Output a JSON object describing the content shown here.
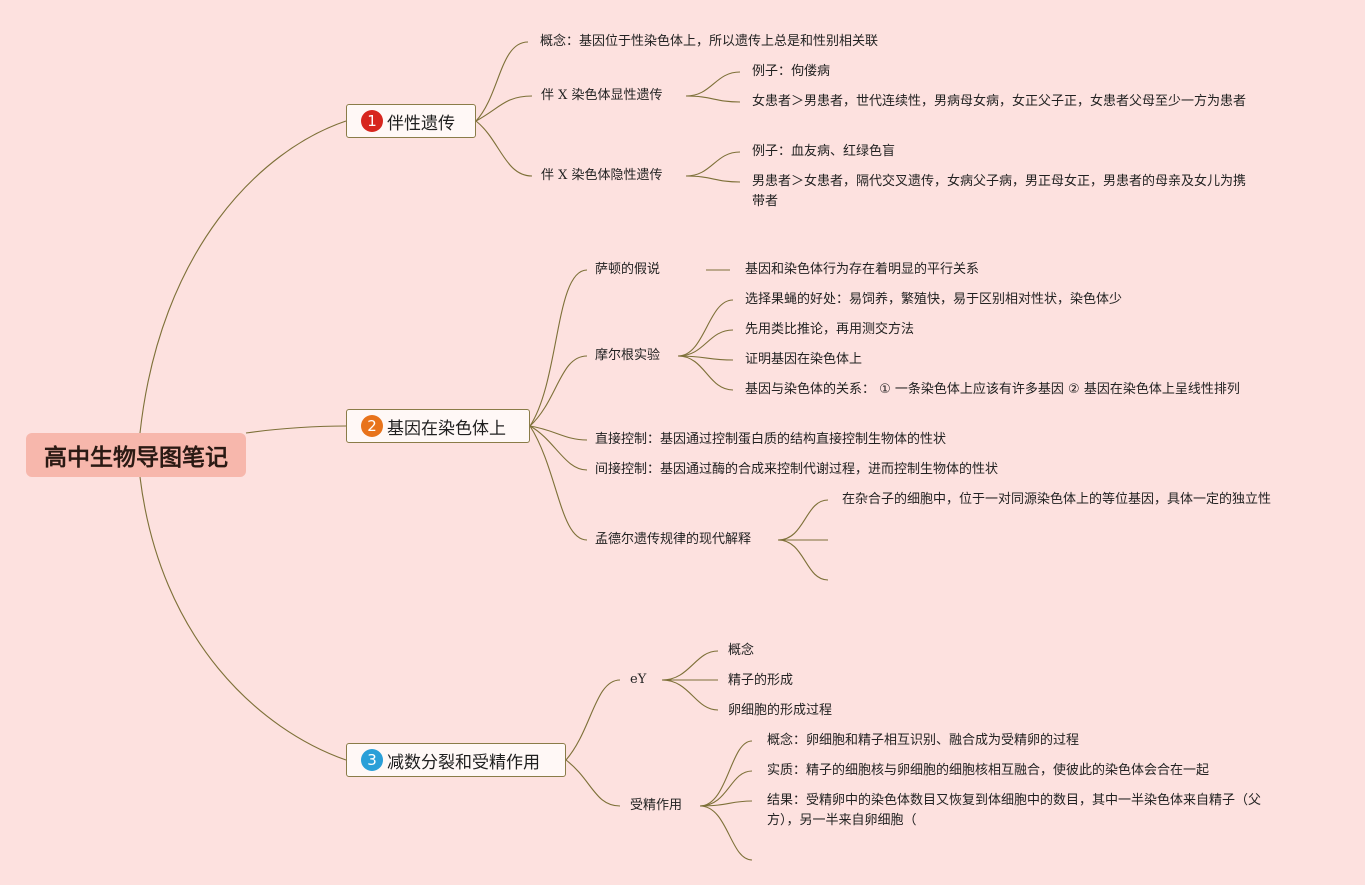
{
  "central": "高中生物导图笔记",
  "colors": {
    "background": "#fde1df",
    "central_fill": "#f7b7ac",
    "line": "#7d7038",
    "badge_1": "#d7261e",
    "badge_2": "#e8731b",
    "badge_3": "#2a9fd8"
  },
  "branch1": {
    "number": "1",
    "label": "伴性遗传",
    "concept": "概念：基因位于性染色体上，所以遗传上总是和性别相关联",
    "x_dominant": "伴 X 染色体显性遗传",
    "x_dominant_example": "例子：佝偻病",
    "x_dominant_feature": "女患者＞男患者，世代连续性，男病母女病，女正父子正，女患者父母至少一方为患者",
    "x_recessive": "伴 X 染色体隐性遗传",
    "x_recessive_example": "例子：血友病、红绿色盲",
    "x_recessive_feature": "男患者＞女患者，隔代交叉遗传，女病父子病，男正母女正，男患者的母亲及女儿为携带者"
  },
  "branch2": {
    "number": "2",
    "label": "基因在染色体上",
    "sutton": "萨顿的假说",
    "sutton_detail": "基因和染色体行为存在着明显的平行关系",
    "morgan": "摩尔根实验",
    "morgan_items": [
      "选择果蝇的好处：易饲养，繁殖快，易于区别相对性状，染色体少",
      "先用类比推论，再用测交方法",
      "证明基因在染色体上",
      "基因与染色体的关系： ① 一条染色体上应该有许多基因 ② 基因在染色体上呈线性排列"
    ],
    "direct": "直接控制：基因通过控制蛋白质的结构直接控制生物体的性状",
    "indirect": "间接控制：基因通过酶的合成来控制代谢过程，进而控制生物体的性状",
    "mendel": "孟德尔遗传规律的现代解释",
    "mendel_detail": "在杂合子的细胞中，位于一对同源染色体上的等位基因，具体一定的独立性"
  },
  "branch3": {
    "number": "3",
    "label": "减数分裂和受精作用",
    "ey": "eY",
    "ey_items": [
      "概念",
      "精子的形成",
      "卵细胞的形成过程"
    ],
    "fert": "受精作用",
    "fert_concept": "概念：卵细胞和精子相互识别、融合成为受精卵的过程",
    "fert_essence": "实质：精子的细胞核与卵细胞的细胞核相互融合，使彼此的染色体会合在一起",
    "fert_result": "结果：受精卵中的染色体数目又恢复到体细胞中的数目，其中一半染色体来自精子（父方），另一半来自卵细胞（"
  }
}
